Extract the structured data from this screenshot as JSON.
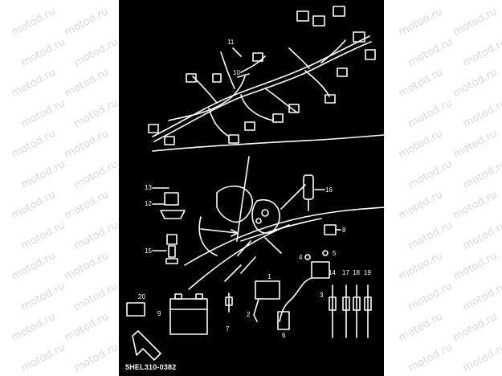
{
  "diagram": {
    "drawing_code": "5HEL310-0382",
    "fwd_label": "FWD",
    "callouts": [
      "1",
      "2",
      "3",
      "4",
      "5",
      "6",
      "7",
      "8",
      "9",
      "10",
      "11",
      "12",
      "13",
      "14",
      "15",
      "16",
      "17",
      "18",
      "19",
      "20"
    ]
  },
  "watermark": {
    "text": "motod.ru"
  }
}
